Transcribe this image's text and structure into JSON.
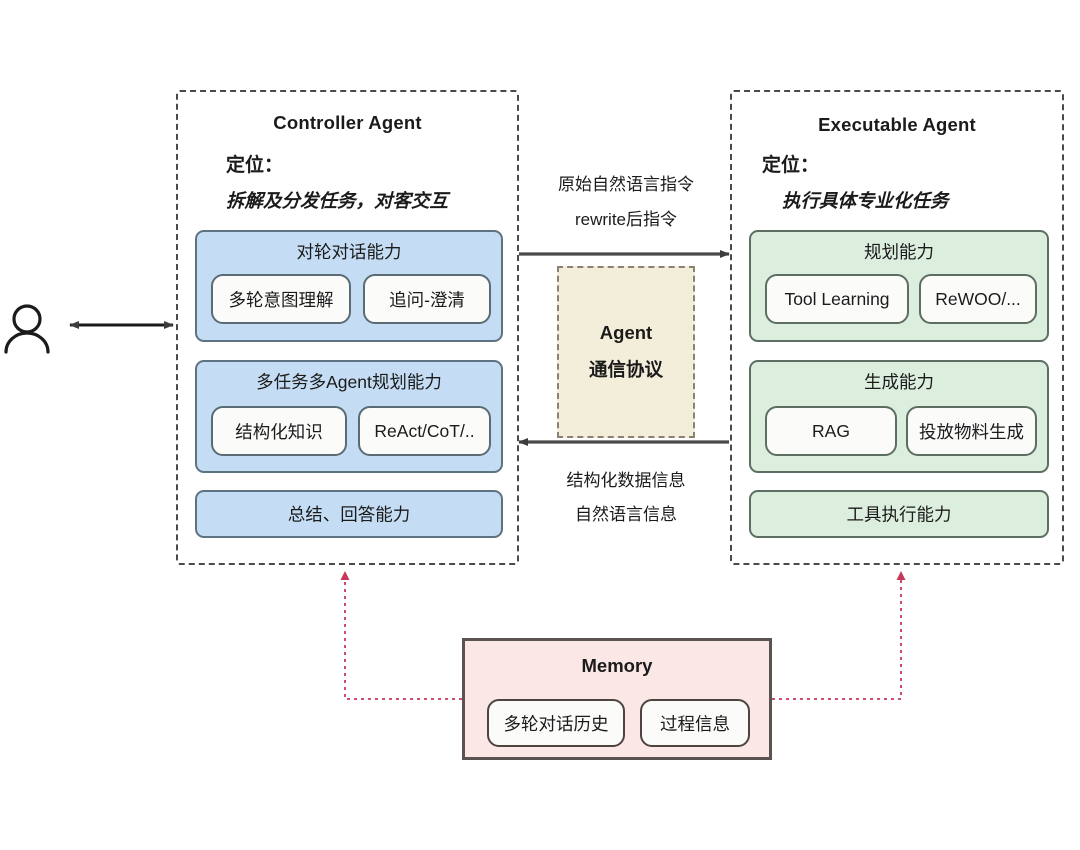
{
  "diagram": {
    "title_hidden": "",
    "colors": {
      "controller_fill": "#c5ddf4",
      "executable_fill": "#dceede",
      "memory_fill": "#fae7e6",
      "protocol_fill": "#f2eeda",
      "arrow_dark": "#3d3d3d",
      "arrow_red": "#c8385a"
    },
    "actor": {
      "icon": "person-icon",
      "label": ""
    },
    "controller_agent": {
      "title": "Controller Agent",
      "role_label": "定位：",
      "role_value": "拆解及分发任务，对客交互",
      "groups": [
        {
          "title": "对轮对话能力",
          "chips": [
            "多轮意图理解",
            "追问-澄清"
          ]
        },
        {
          "title": "多任务多Agent规划能力",
          "chips": [
            "结构化知识",
            "ReAct/CoT/.."
          ]
        },
        {
          "title": "总结、回答能力",
          "chips": []
        }
      ]
    },
    "executable_agent": {
      "title": "Executable Agent",
      "role_label": "定位：",
      "role_value": "执行具体专业化任务",
      "groups": [
        {
          "title": "规划能力",
          "chips": [
            "Tool Learning",
            "ReWOO/..."
          ]
        },
        {
          "title": "生成能力",
          "chips": [
            "RAG",
            "投放物料生成"
          ]
        },
        {
          "title": "工具执行能力",
          "chips": []
        }
      ]
    },
    "protocol": {
      "line1": "Agent",
      "line2": "通信协议"
    },
    "flow_labels": {
      "forward_line1": "原始自然语言指令",
      "forward_line2": "rewrite后指令",
      "backward_line1": "结构化数据信息",
      "backward_line2": "自然语言信息"
    },
    "memory": {
      "title": "Memory",
      "chips": [
        "多轮对话历史",
        "过程信息"
      ]
    }
  }
}
